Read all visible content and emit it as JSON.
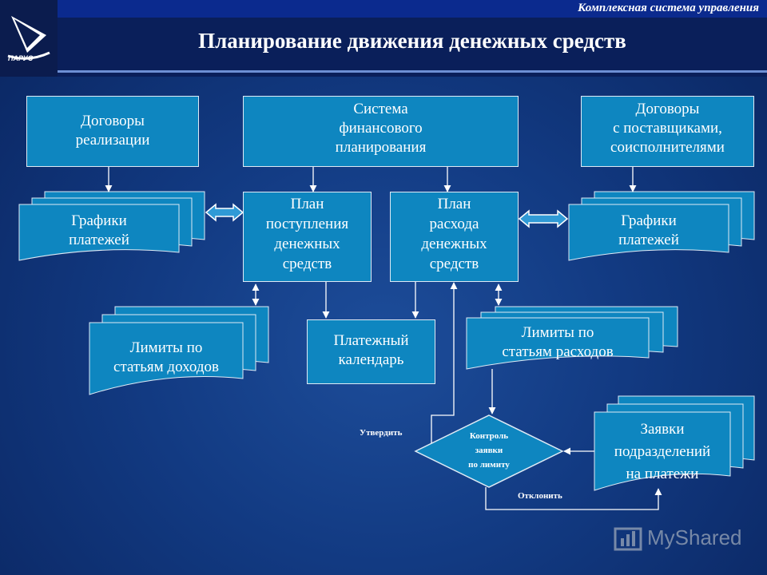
{
  "header": {
    "top_label": "Комплексная система управления",
    "title": "Планирование движения денежных средств",
    "logo_text": "ПАРУС"
  },
  "boxes": {
    "dogovory_realizacii": [
      "Договоры",
      "реализации"
    ],
    "sistema_fin": [
      "Система",
      "финансового",
      "планирования"
    ],
    "dogovory_postav": [
      "Договоры",
      "с поставщиками,",
      "соисполнителями"
    ],
    "plan_postupleniya": [
      "План",
      "поступления",
      "денежных",
      "средств"
    ],
    "plan_rashoda": [
      "План",
      "расхода",
      "денежных",
      "средств"
    ],
    "platezhny_kalendar": [
      "Платежный",
      "календарь"
    ]
  },
  "docs": {
    "grafiki_left": [
      "Графики",
      "платежей"
    ],
    "grafiki_right": [
      "Графики",
      "платежей"
    ],
    "limity_dohodov": [
      "Лимиты по",
      "статьям доходов"
    ],
    "limity_rashodov": [
      "Лимиты по",
      "статьям расходов"
    ],
    "zayavki": [
      "Заявки",
      "подразделений",
      "на платежи"
    ]
  },
  "decision": [
    "Контроль",
    "заявки",
    "по лимиту"
  ],
  "labels": {
    "approve": "Утвердить",
    "reject": "Отклонить"
  },
  "watermark": "MyShared",
  "colors": {
    "box_fill": "#0e86c0",
    "arrow": "#ffffff",
    "title_bg": "#0a1f5a",
    "top_bar": "#0b2a8e"
  }
}
